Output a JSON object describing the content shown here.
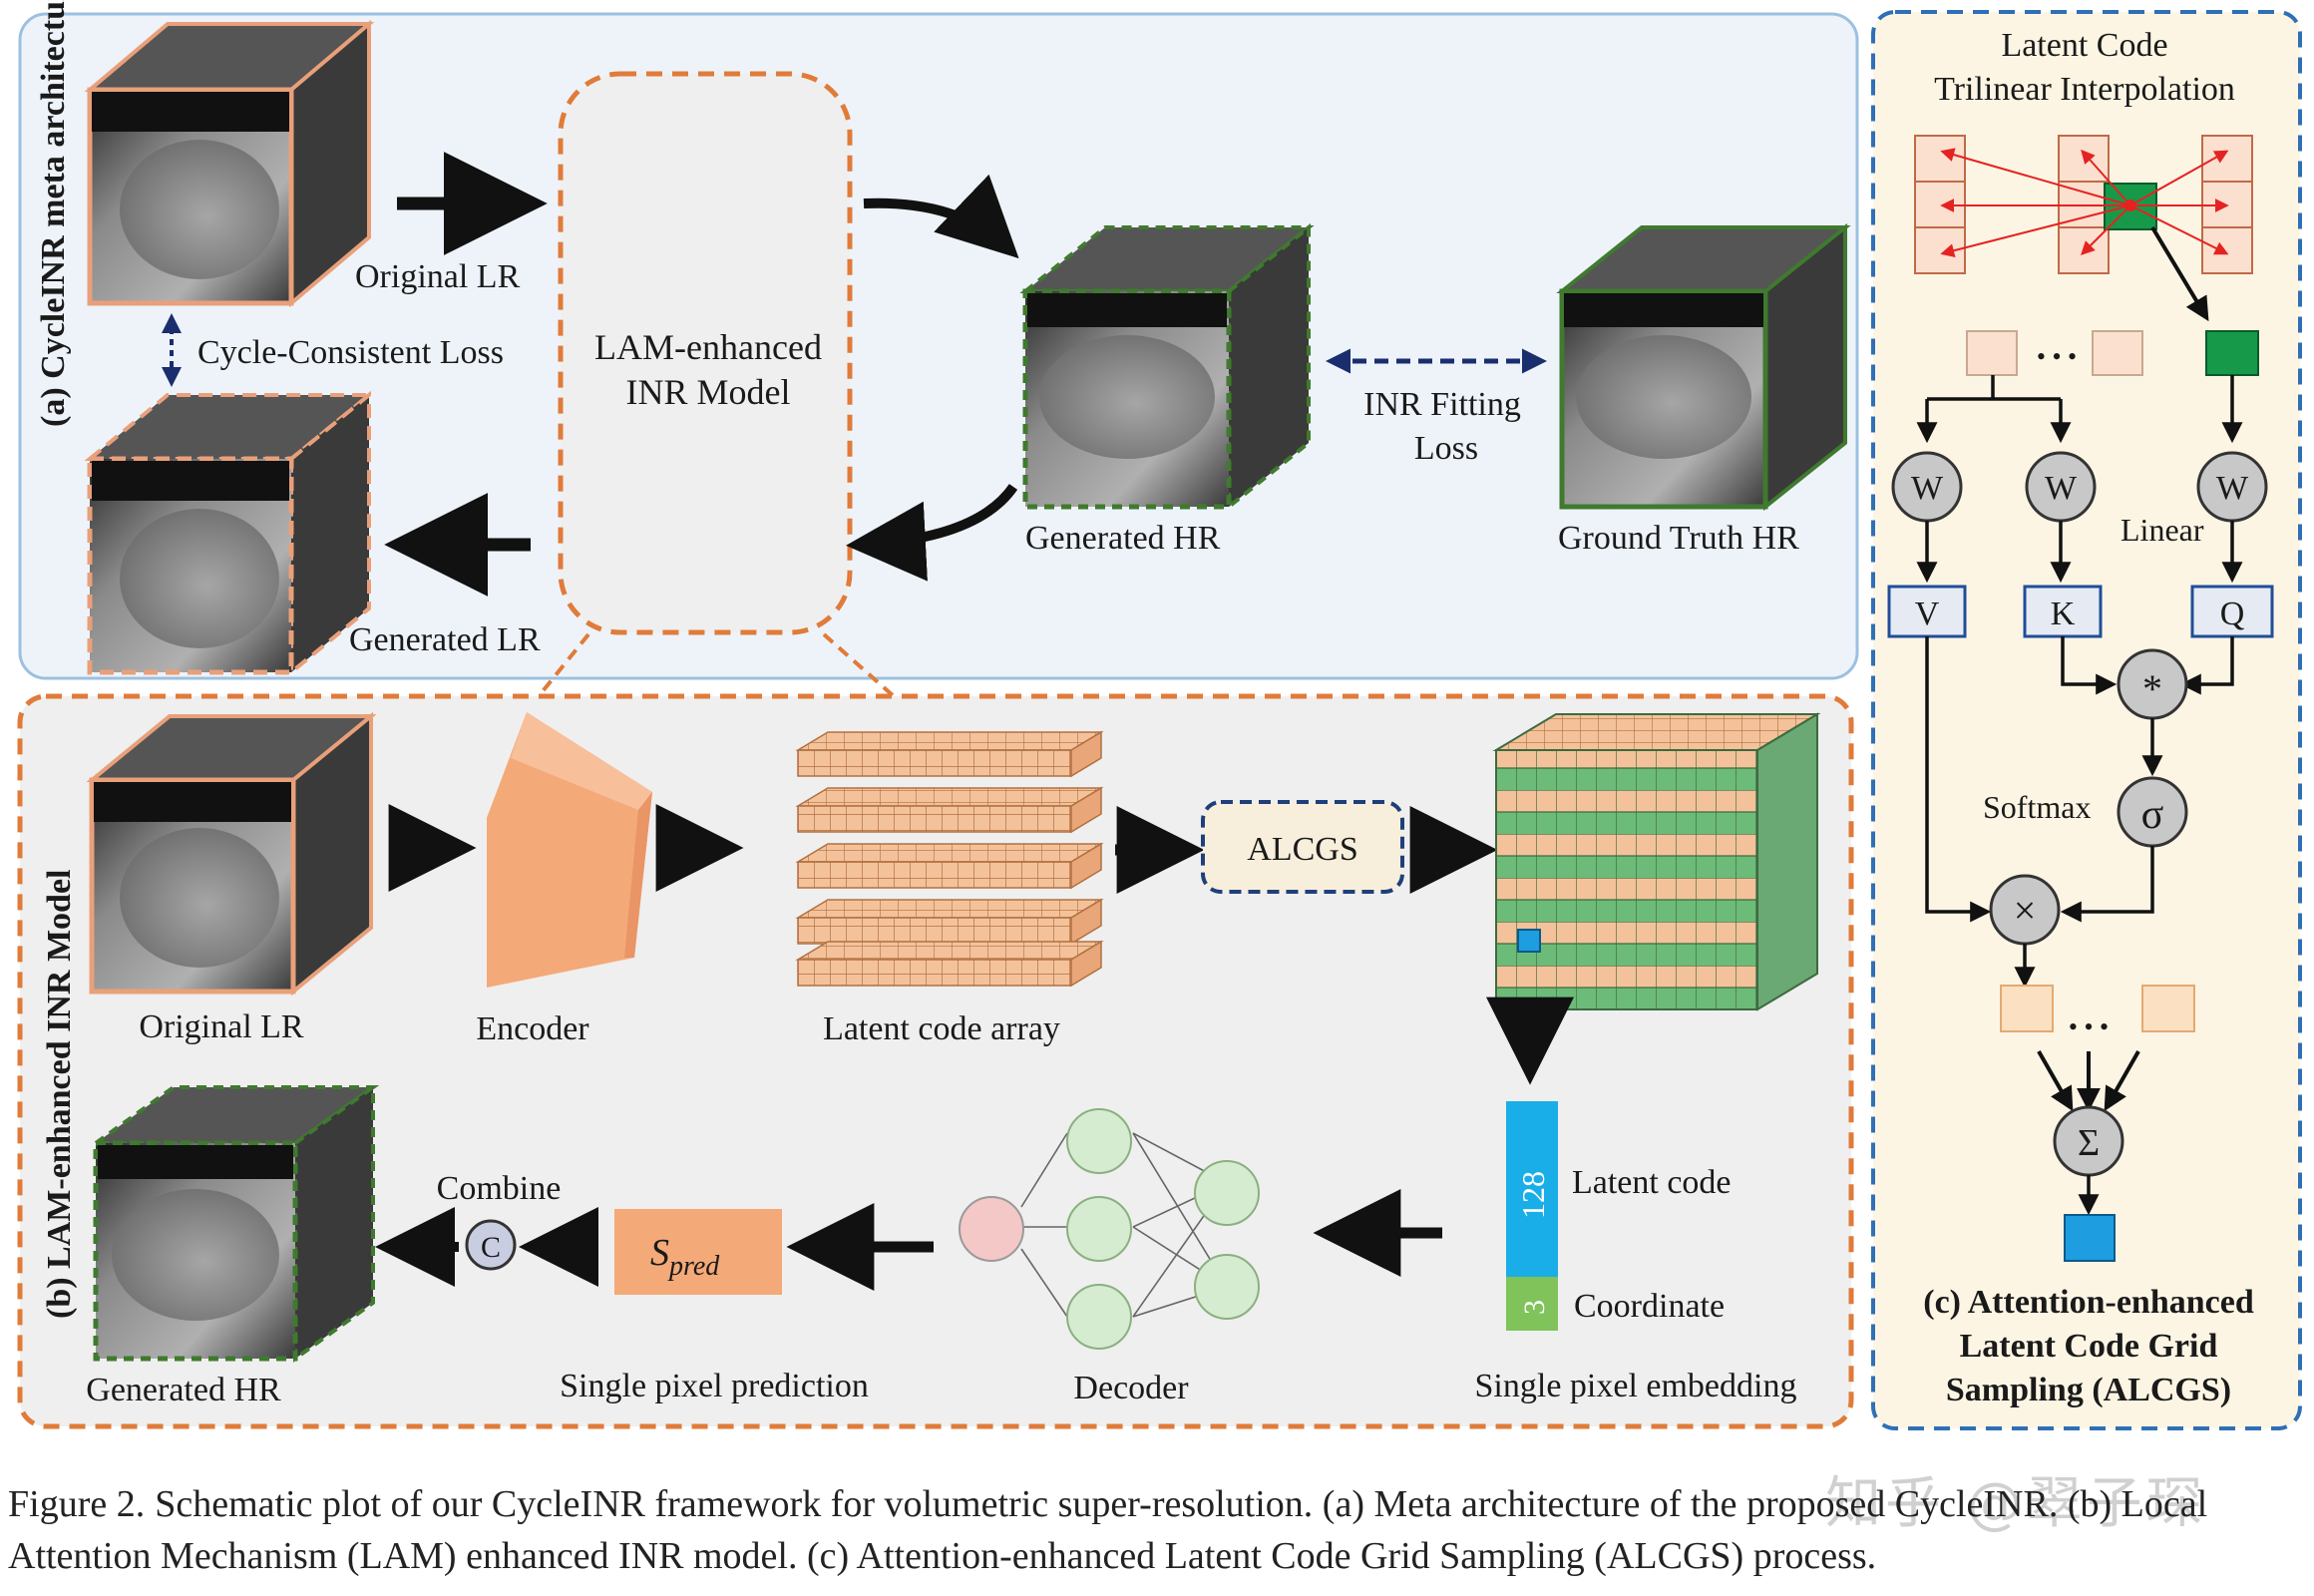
{
  "panel_a": {
    "title": "(a) CycleINR meta architecture",
    "original_lr": "Original LR",
    "cycle_loss": "Cycle-Consistent Loss",
    "generated_lr": "Generated LR",
    "inr_model_line1": "LAM-enhanced",
    "inr_model_line2": "INR Model",
    "generated_hr": "Generated HR",
    "fitting_loss_line1": "INR Fitting",
    "fitting_loss_line2": "Loss",
    "ground_truth_hr": "Ground Truth HR"
  },
  "panel_b": {
    "title": "(b) LAM-enhanced INR Model",
    "original_lr": "Original LR",
    "encoder": "Encoder",
    "latent_array": "Latent code array",
    "alcgs": "ALCGS",
    "latent_dim": "128",
    "coord_dim": "3",
    "latent_code": "Latent code",
    "coordinate": "Coordinate",
    "embedding": "Single pixel embedding",
    "decoder": "Decoder",
    "spred_main": "S",
    "spred_sub": "pred",
    "prediction": "Single pixel prediction",
    "combine_symbol": "C",
    "combine": "Combine",
    "generated_hr": "Generated HR"
  },
  "panel_c": {
    "heading_line1": "Latent Code",
    "heading_line2": "Trilinear Interpolation",
    "dots": "• • •",
    "w": "W",
    "linear": "Linear",
    "v": "V",
    "k": "K",
    "q": "Q",
    "mul_star": "*",
    "softmax": "Softmax",
    "sigma": "σ",
    "times": "×",
    "sum": "Σ",
    "title_line1": "(c) Attention-enhanced",
    "title_line2": "Latent Code Grid",
    "title_line3": "Sampling (ALCGS)"
  },
  "caption": {
    "label": "Figure 2.",
    "text": "Schematic plot of our CycleINR framework for volumetric super-resolution. (a) Meta architecture of the proposed CycleINR. (b) Local Attention Mechanism (LAM) enhanced INR model. (c) Attention-enhanced Latent Code Grid Sampling (ALCGS) process."
  },
  "watermark": "知乎 @翠子琛",
  "colors": {
    "panel_a_fill": "#eef3fa",
    "panel_a_stroke": "#9cc0e0",
    "panel_b_fill": "#efefef",
    "orange": "#e07b39",
    "peach": "#f6c8a4",
    "green": "#5cb06a",
    "blue_cell": "#1e9de0",
    "node_gray": "#c8c8c8",
    "box_blue": "#1f4e9a",
    "panel_c_fill": "#fdf5e4",
    "panel_c_stroke": "#2f6fb5"
  }
}
